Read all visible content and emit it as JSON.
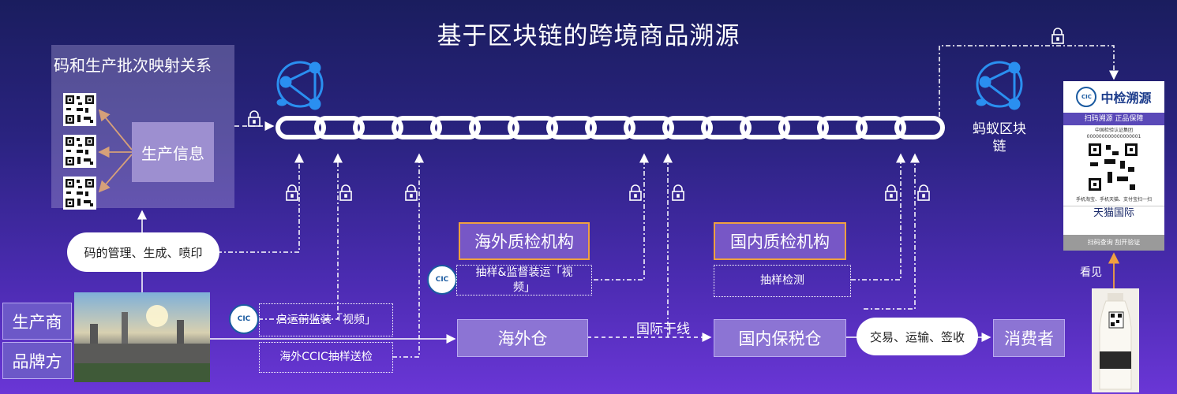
{
  "title": "基于区块链的跨境商品溯源",
  "panel": {
    "title": "码和生产批次映射关系",
    "production_info": "生产信息"
  },
  "cloud_code": "码的管理、生成、喷印",
  "cloud_trade": "交易、运输、签收",
  "ant_blockchain": {
    "line1": "蚂蚁区块",
    "line2": "链"
  },
  "manufacturer": "生产商",
  "brand": "品牌方",
  "overseas_qc": "海外质检机构",
  "domestic_qc": "国内质检机构",
  "overseas_sampling": "抽样&监督装运「视频」",
  "domestic_sampling": "抽样检测",
  "preship": "启运前监装「视频」",
  "ccic_sampling": "海外CCIC抽样送检",
  "overseas_warehouse": "海外仓",
  "international_trunk": "国际干线",
  "bonded_warehouse": "国内保税仓",
  "consumer": "消费者",
  "see": "看见",
  "card": {
    "brand": "中检溯源",
    "banner": "扫码溯源  正品保障",
    "group": "中国检验认证集团",
    "number": "000000000000000001",
    "hint": "手机淘宝、手机天猫、支付宝扫一扫",
    "tmall": "天猫国际",
    "footer": "扫码查询  刮开验证"
  },
  "colors": {
    "orange": "#f0a040",
    "box": "#8c74d4",
    "chain": "#ffffff",
    "blockchain_icon": "#2a8ff0"
  },
  "icons": [
    "lock-icon",
    "blockchain-network-icon",
    "ccic-logo-icon",
    "qr-code-icon",
    "factory-photo",
    "milk-bottle-photo"
  ]
}
